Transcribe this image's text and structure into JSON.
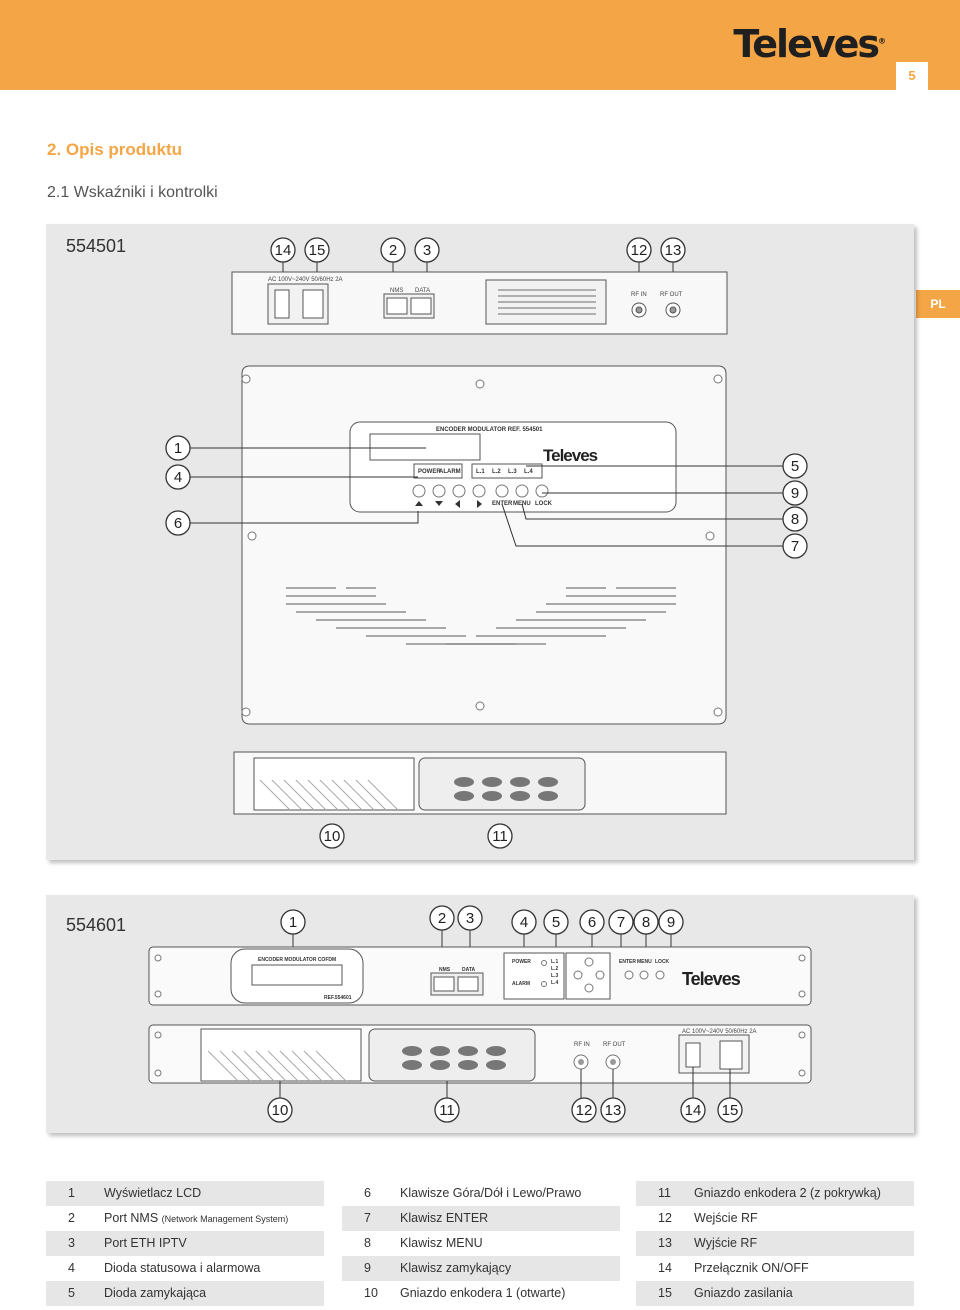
{
  "header": {
    "brand": "Televes",
    "page_number": "5"
  },
  "section": {
    "title": "2. Opis produktu",
    "subtitle": "2.1 Wskaźniki i kontrolki",
    "lang_tab": "PL"
  },
  "device1": {
    "model": "554501",
    "rear_labels": {
      "power": "AC 100V~240V 50/60Hz 2A",
      "nms": "NMS",
      "data": "DATA",
      "rf_in": "RF IN",
      "rf_out": "RF OUT"
    },
    "front_labels": {
      "title": "ENCODER MODULATOR REF. 554501",
      "logo": "Televes",
      "power": "POWER",
      "alarm": "ALARM",
      "l1": "L.1",
      "l2": "L.2",
      "l3": "L.3",
      "l4": "L.4",
      "enter": "ENTER",
      "menu": "MENU",
      "lock": "LOCK"
    },
    "callouts_top": [
      "14",
      "15",
      "2",
      "3",
      "12",
      "13"
    ],
    "callouts_left": [
      "1",
      "4",
      "6"
    ],
    "callouts_right": [
      "5",
      "9",
      "8",
      "7"
    ],
    "callouts_bottom": [
      "10",
      "11"
    ]
  },
  "device2": {
    "model": "554601",
    "front_labels": {
      "title": "ENCODER MODULATOR COFDM",
      "ref": "REF.554601",
      "nms": "NMS",
      "data": "DATA",
      "power": "POWER",
      "alarm": "ALARM",
      "l1": "L.1",
      "l2": "L.2",
      "l3": "L.3",
      "l4": "L.4",
      "enter": "ENTER",
      "menu": "MENU",
      "lock": "LOCK",
      "logo": "Televes"
    },
    "rear_labels": {
      "power": "AC 100V~240V 50/60Hz 2A",
      "rf_in": "RF IN",
      "rf_out": "RF OUT"
    },
    "callouts_top": [
      "1",
      "2",
      "3",
      "4",
      "5",
      "6",
      "7",
      "8",
      "9"
    ],
    "callouts_bottom": [
      "10",
      "11",
      "12",
      "13",
      "14",
      "15"
    ]
  },
  "legend": {
    "col1": [
      {
        "num": "1",
        "text": "Wyświetlacz LCD"
      },
      {
        "num": "2",
        "text": "Port NMS",
        "small": "(Network Management System)"
      },
      {
        "num": "3",
        "text": "Port ETH IPTV"
      },
      {
        "num": "4",
        "text": "Dioda statusowa i alarmowa"
      },
      {
        "num": "5",
        "text": "Dioda zamykająca"
      }
    ],
    "col2": [
      {
        "num": "6",
        "text": "Klawisze Góra/Dół i Lewo/Prawo"
      },
      {
        "num": "7",
        "text": "Klawisz ENTER"
      },
      {
        "num": "8",
        "text": "Klawisz MENU"
      },
      {
        "num": "9",
        "text": "Klawisz zamykający"
      },
      {
        "num": "10",
        "text": "Gniazdo enkodera 1 (otwarte)"
      }
    ],
    "col3": [
      {
        "num": "11",
        "text": "Gniazdo enkodera 2 (z pokrywką)"
      },
      {
        "num": "12",
        "text": "Wejście RF"
      },
      {
        "num": "13",
        "text": "Wyjście RF"
      },
      {
        "num": "14",
        "text": "Przełącznik ON/OFF"
      },
      {
        "num": "15",
        "text": "Gniazdo zasilania"
      }
    ]
  }
}
